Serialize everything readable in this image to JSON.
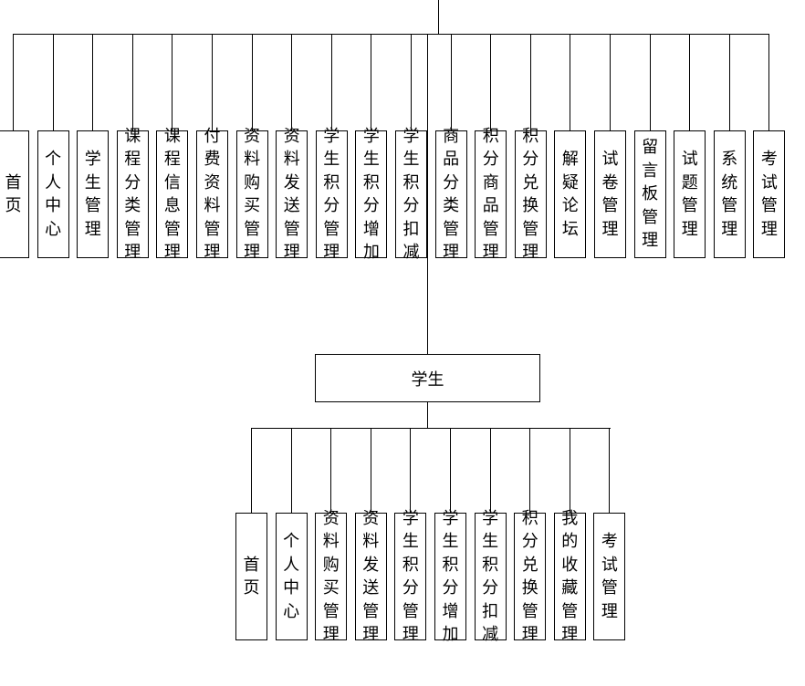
{
  "top_level_items": [
    "首页",
    "个人中心",
    "学生管理",
    "课程分类管理",
    "课程信息管理",
    "付费资料管理",
    "资料购买管理",
    "资料发送管理",
    "学生积分管理",
    "学生积分增加",
    "学生积分扣减",
    "商品分类管理",
    "积分商品管理",
    "积分兑换管理",
    "解疑论坛",
    "试卷管理",
    "留言板管理",
    "试题管理",
    "系统管理",
    "考试管理"
  ],
  "student_node": {
    "label": "学生"
  },
  "student_items": [
    "首页",
    "个人中心",
    "资料购买管理",
    "资料发送管理",
    "学生积分管理",
    "学生积分增加",
    "学生积分扣减",
    "积分兑换管理",
    "我的收藏管理",
    "考试管理"
  ]
}
